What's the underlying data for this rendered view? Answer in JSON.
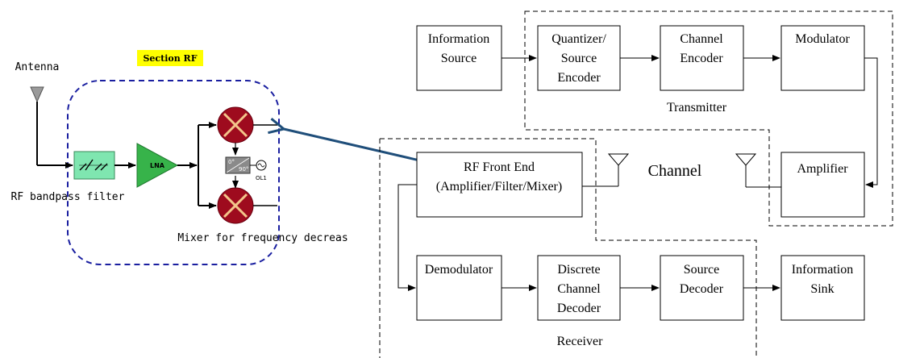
{
  "rf_section": {
    "section_label": "Section RF",
    "antenna_label": "Antenna",
    "filter_label": "RF bandpass filter",
    "lna_label": "LNA",
    "mixer_label": "Mixer for frequency decreas",
    "oscillator_label": "OL1",
    "phase_label_top": "0°",
    "phase_label_bottom": "90°"
  },
  "system": {
    "blocks": {
      "info_source": [
        "Information",
        "Source"
      ],
      "quantizer": [
        "Quantizer/",
        "Source",
        "Encoder"
      ],
      "channel_encoder": [
        "Channel",
        "Encoder"
      ],
      "modulator": [
        "Modulator"
      ],
      "amplifier": [
        "Amplifier"
      ],
      "rf_front_end": [
        "RF Front End",
        "(Amplifier/Filter/Mixer)"
      ],
      "demodulator": [
        "Demodulator"
      ],
      "channel_decoder": [
        "Discrete",
        "Channel",
        "Decoder"
      ],
      "source_decoder": [
        "Source",
        "Decoder"
      ],
      "info_sink": [
        "Information",
        "Sink"
      ]
    },
    "transmitter_label": "Transmitter",
    "receiver_label": "Receiver",
    "channel_label": "Channel"
  },
  "colors": {
    "rf_dashed_border": "#1a1fa0",
    "section_highlight": "#ffff00",
    "filter_fill": "#7fe6b0",
    "lna_fill": "#37b34a",
    "mixer_fill": "#9e0b1e",
    "mixer_cross": "#f3c58a",
    "pointer_arrow": "#1f4e7a"
  }
}
